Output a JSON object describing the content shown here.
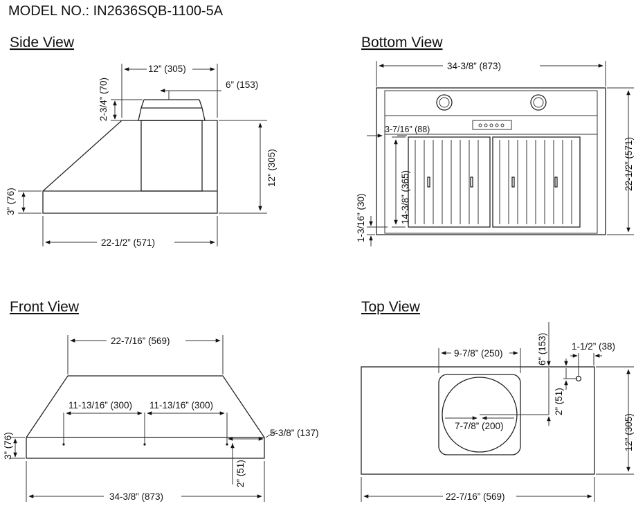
{
  "model": "MODEL NO.: IN2636SQB-1100-5A",
  "views": {
    "side": {
      "title": "Side View",
      "dims": {
        "top_width": "12” (305)",
        "duct": "6” (153)",
        "collar_height": "2-3/4” (70)",
        "body_height": "12” (305)",
        "front_height": "3” (76)",
        "depth": "22-1/2” (571)"
      }
    },
    "bottom": {
      "title": "Bottom View",
      "dims": {
        "width": "34-3/8” (873)",
        "depth": "22-1/2” (571)",
        "offset": "3-7/16” (88)",
        "filter_depth": "14-3/8” (365)",
        "rear_margin": "1-3/16” (30)"
      }
    },
    "front": {
      "title": "Front View",
      "dims": {
        "top_width": "22-7/16” (569)",
        "spacing_left": "11-13/16” (300)",
        "spacing_right": "11-13/16” (300)",
        "side_offset": "5-3/8” (137)",
        "height": "3” (76)",
        "bracket": "2” (51)",
        "width": "34-3/8” (873)"
      }
    },
    "top": {
      "title": "Top View",
      "dims": {
        "collar": "9-7/8” (250)",
        "duct_offset": "6” (153)",
        "hole": "1-1/2” (38)",
        "hole_offset": "2” (51)",
        "duct_diameter": "7-7/8” (200)",
        "depth": "12” (305)",
        "width": "22-7/16” (569)"
      }
    }
  }
}
